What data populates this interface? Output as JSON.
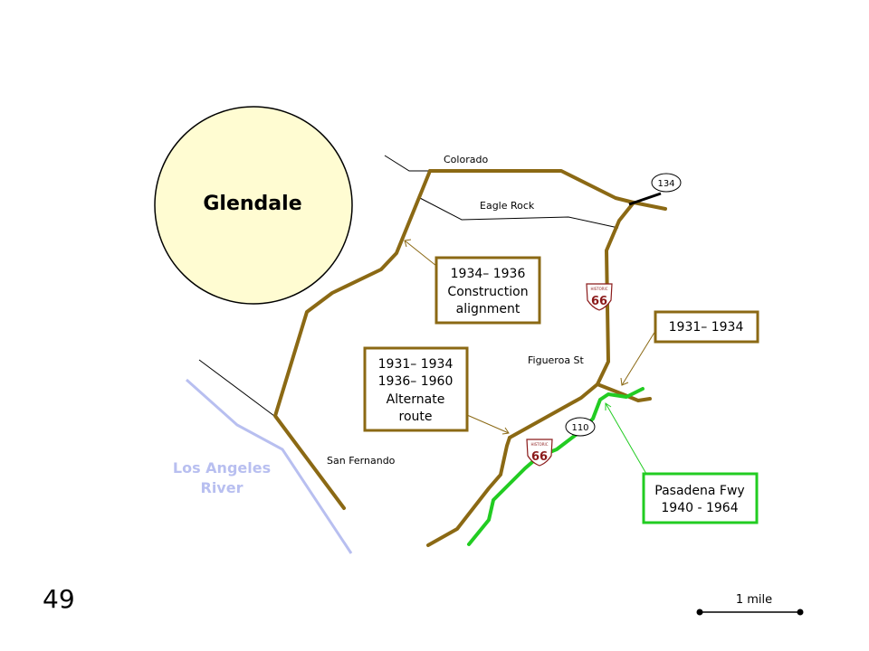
{
  "city": {
    "name": "Glendale"
  },
  "river": {
    "line1": "Los Angeles",
    "line2": "River"
  },
  "roads": {
    "colorado": "Colorado",
    "eagle_rock": "Eagle Rock",
    "figueroa": "Figueroa St",
    "san_fernando": "San Fernando"
  },
  "shields": {
    "sr134": "134",
    "sr110": "110",
    "us66_text": "66",
    "us66_small": "HISTORIC"
  },
  "callouts": {
    "construction": {
      "line1": "1934– 1936",
      "line2": "Construction",
      "line3": "alignment"
    },
    "northeast": {
      "line1": "1931– 1934"
    },
    "alternate": {
      "line1": "1931– 1934",
      "line2": "1936– 1960",
      "line3": "Alternate",
      "line4": "route"
    },
    "pasadena": {
      "line1": "Pasadena Fwy",
      "line2": "1940 - 1964"
    }
  },
  "page_number": "49",
  "scale": {
    "label": "1 mile"
  },
  "colors": {
    "route66_brown": "#8b6914",
    "freeway_green": "#22cc22",
    "river_blue": "#b8bff0",
    "city_fill": "#fffcd2"
  }
}
